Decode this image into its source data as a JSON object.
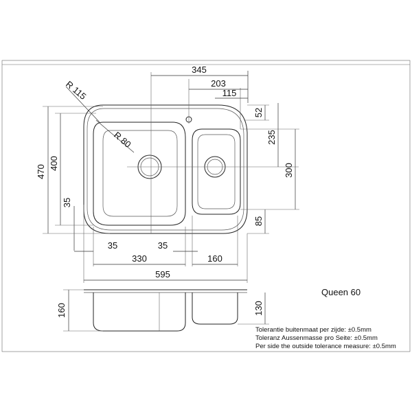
{
  "title": "Queen 60",
  "dimensions": {
    "overall_width": "345",
    "bowl_right_offset": "203",
    "drain_offset": "115",
    "top_margin": "52",
    "radius_outer": "R 115",
    "radius_inner": "R 80",
    "height_outer": "470",
    "height_inner": "400",
    "left_margin": "35",
    "small_bowl_height": "235",
    "right_height": "300",
    "bottom_margin": "85",
    "bowl_gap_left": "35",
    "bowl_gap_right": "35",
    "large_bowl_width": "330",
    "small_bowl_width": "160",
    "total_width": "595",
    "depth_large": "160",
    "depth_small": "130"
  },
  "tolerance": {
    "nl": "Tolerantie buitenmaat per zijde: ±0.5mm",
    "de": "Toleranz Aussenmasse pro Seite: ±0.5mm",
    "en": "Per side the outside tolerance measure: ±0.5mm"
  }
}
